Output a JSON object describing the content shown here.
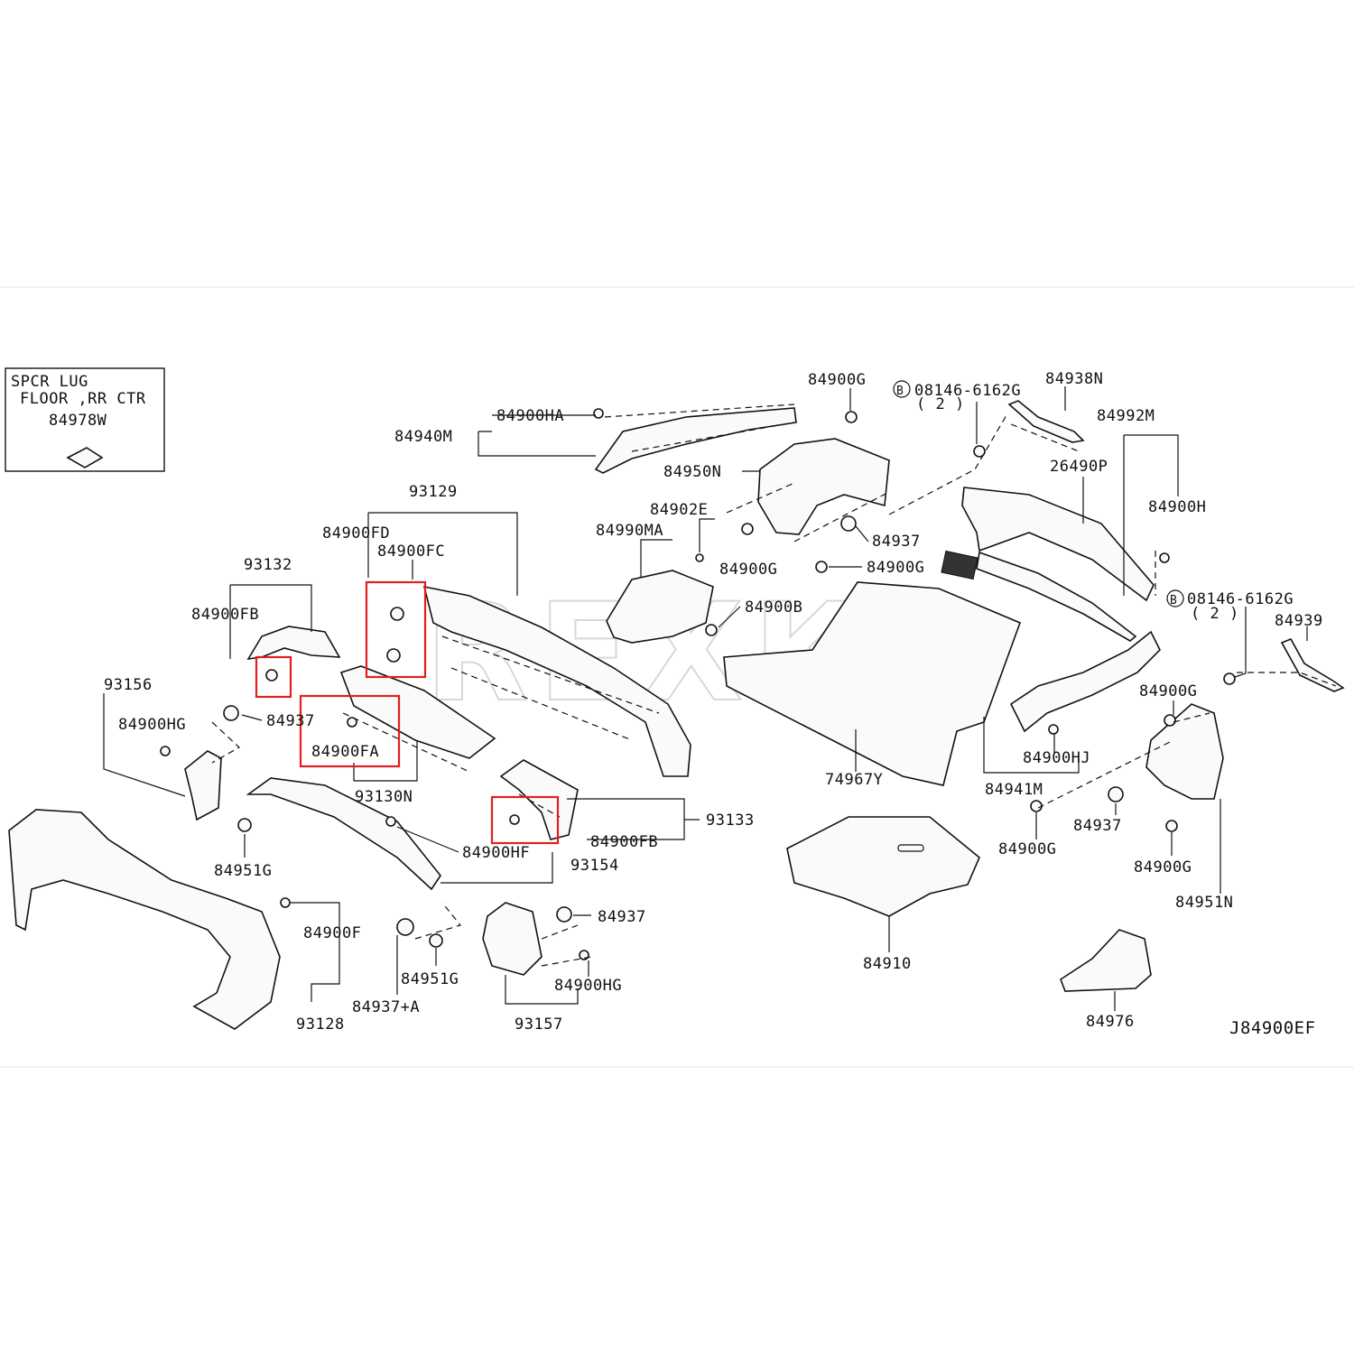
{
  "inset": {
    "line1": "SPCR LUG",
    "line2": "FLOOR ,RR CTR",
    "part": "84978W"
  },
  "watermark": "REXKA",
  "diagram_id": "J84900EF",
  "labels": {
    "l84900HA": "84900HA",
    "l84940M": "84940M",
    "l84900G_top": "84900G",
    "l08146_top": "08146-6162G",
    "l08146_top_qty": "( 2 )",
    "l84938N": "84938N",
    "l84992M": "84992M",
    "l84950N": "84950N",
    "l26490P": "26490P",
    "l93129": "93129",
    "l84902E": "84902E",
    "l84900H": "84900H",
    "l84900FD": "84900FD",
    "l84990MA": "84990MA",
    "l84937_mid": "84937",
    "l84900FC": "84900FC",
    "l93132": "93132",
    "l84900G_m1": "84900G",
    "l84900G_m2": "84900G",
    "l08146_r": "08146-6162G",
    "l08146_r_qty": "( 2 )",
    "l84900B": "84900B",
    "l84939": "84939",
    "l84900FB_l": "84900FB",
    "l93156": "93156",
    "l84900HG_l": "84900HG",
    "l84937_l": "84937",
    "l84900G_r1": "84900G",
    "l84900FA": "84900FA",
    "l84900HJ": "84900HJ",
    "l93130N": "93130N",
    "l74967Y": "74967Y",
    "l84941M": "84941M",
    "l93133": "93133",
    "l84937_r": "84937",
    "l84900FB_r": "84900FB",
    "l84900G_r2": "84900G",
    "l84951G_l": "84951G",
    "l84900HF": "84900HF",
    "l93154": "93154",
    "l84900G_r3": "84900G",
    "l84951N": "84951N",
    "l84937_b": "84937",
    "l84900F": "84900F",
    "l84910": "84910",
    "l84951G_b": "84951G",
    "l84900HG_b": "84900HG",
    "l93128": "93128",
    "l84937A": "84937+A",
    "l93157": "93157",
    "l84976": "84976"
  }
}
